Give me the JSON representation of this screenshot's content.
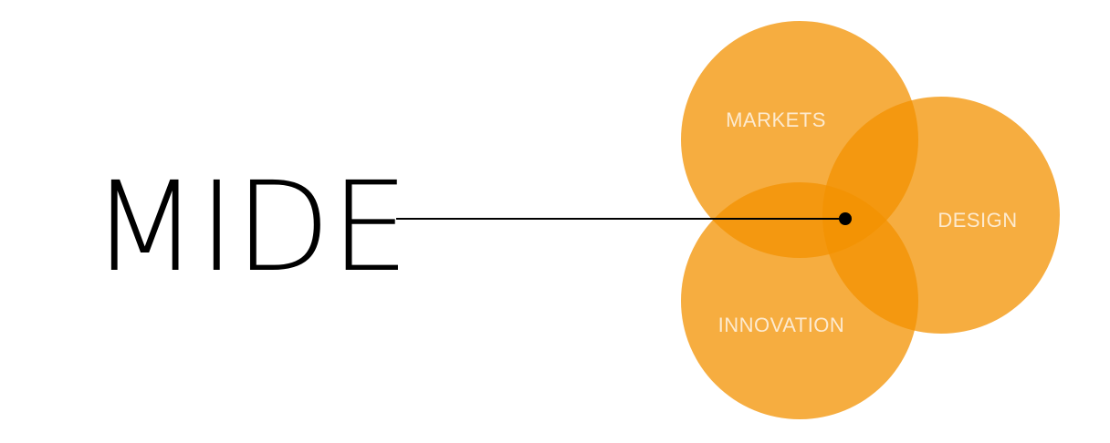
{
  "title": "MIDE",
  "colors": {
    "background": "#ffffff",
    "circle": "#f39200",
    "circle_opacity": 0.75,
    "label": "#ffffff",
    "title": "#000000",
    "connector": "#000000"
  },
  "circles": [
    {
      "key": "markets",
      "label": "MARKETS"
    },
    {
      "key": "design",
      "label": "DESIGN"
    },
    {
      "key": "innovation",
      "label": "INNOVATION"
    }
  ]
}
